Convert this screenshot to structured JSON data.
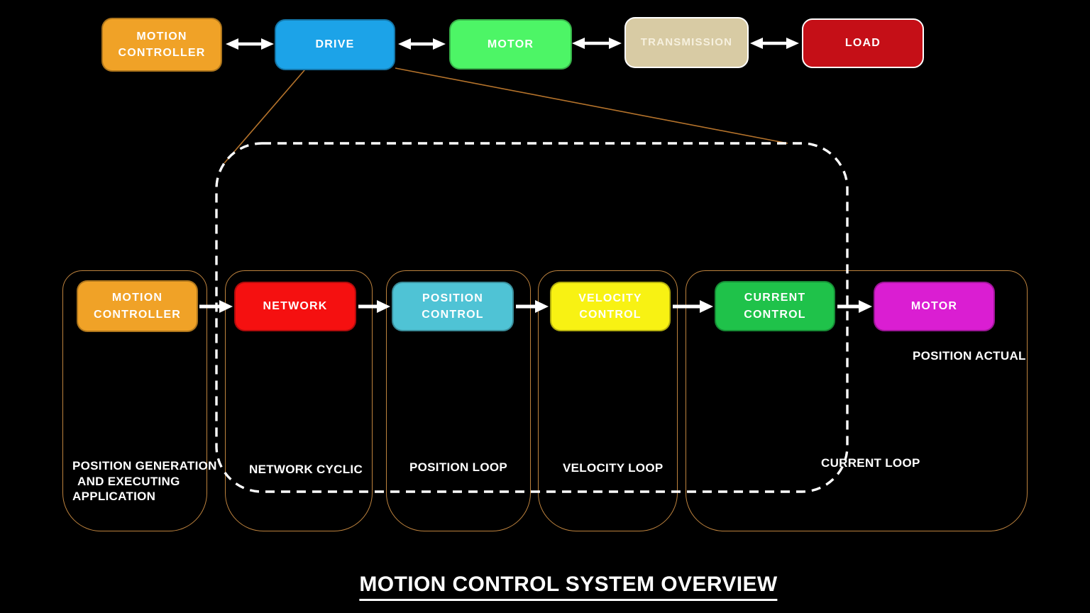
{
  "title": {
    "text": "MOTION CONTROL SYSTEM OVERVIEW"
  },
  "system_chain": {
    "motion_controller": {
      "label": "MOTION CONTROLLER",
      "color": "#F0A227"
    },
    "drive": {
      "label": "DRIVE",
      "color": "#1CA3E8"
    },
    "motor": {
      "label": "MOTOR",
      "color": "#4DF566"
    },
    "transmission": {
      "label": "TRANSMISSION",
      "color": "#D8CBA4"
    },
    "load": {
      "label": "LOAD",
      "color": "#C50F17"
    }
  },
  "drive_detail_chain": {
    "motion_controller": {
      "label": "MOTION CONTROLLER",
      "color": "#F0A227"
    },
    "network": {
      "label": "NETWORK",
      "color": "#F51010"
    },
    "position_control": {
      "label": "POSITION CONTROL",
      "color": "#4FC3D5"
    },
    "velocity_control": {
      "label": "VELOCITY CONTROL",
      "color": "#F8F213"
    },
    "current_control": {
      "label": "CURRENT CONTROL",
      "color": "#1FC24A"
    },
    "motor": {
      "label": "MOTOR",
      "color": "#DA1ED2"
    }
  },
  "annotations": {
    "position_generation": [
      "POSITION GENERATION",
      "AND EXECUTING",
      "APPLICATION"
    ],
    "network_cyclic": "NETWORK CYCLIC",
    "position_loop": "POSITION LOOP",
    "velocity_loop": "VELOCITY LOOP",
    "current_loop": "CURRENT LOOP",
    "position_actual": "POSITION ACTUAL"
  },
  "style": {
    "background": "#000000",
    "arrow_color": "#FFFFFF",
    "dashed_outline_color": "#FFFFFF",
    "bracket_color": "#BE833E",
    "connector_line_color": "#B5732B"
  }
}
